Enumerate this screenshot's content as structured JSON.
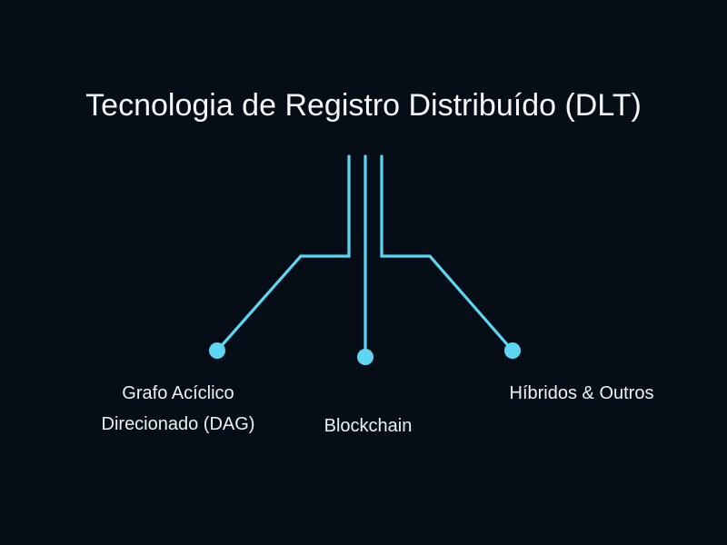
{
  "diagram": {
    "title": "Tecnologia de Registro Distribuído (DLT)",
    "colors": {
      "background": "#050d16",
      "connector": "#5dd6f4",
      "text": "#f2f4f6"
    },
    "branches": [
      {
        "id": "dag",
        "label_lines": [
          "Grafo Acíclico",
          "Direcionado (DAG)"
        ]
      },
      {
        "id": "blockchain",
        "label_lines": [
          "Blockchain"
        ]
      },
      {
        "id": "hybrid",
        "label_lines": [
          "Híbridos & Outros"
        ]
      }
    ]
  }
}
